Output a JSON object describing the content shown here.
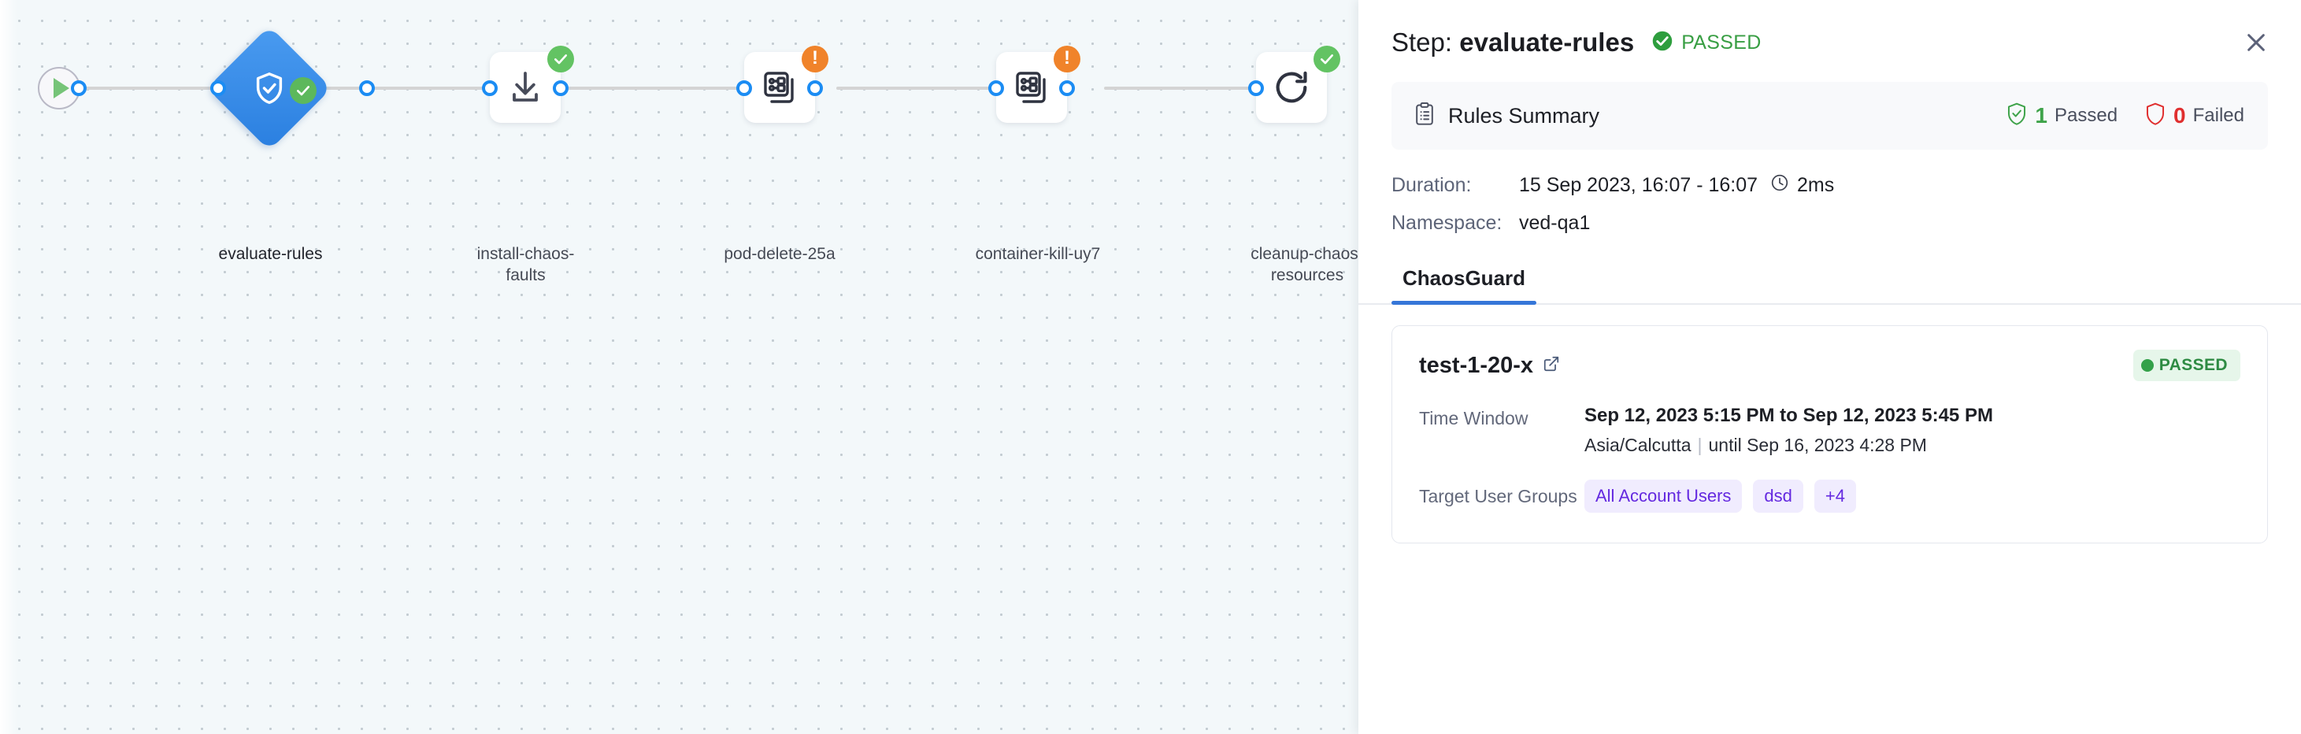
{
  "canvas": {
    "start_node": {
      "icon": "play-icon"
    },
    "nodes": [
      {
        "id": "evaluate-rules",
        "label": "evaluate-rules",
        "shape": "diamond",
        "icon": "shield-check-icon",
        "status": "success",
        "selected": true
      },
      {
        "id": "install-chaos-faults",
        "label": "install-chaos-faults",
        "shape": "card",
        "icon": "download-icon",
        "status": "success",
        "selected": false
      },
      {
        "id": "pod-delete-25a",
        "label": "pod-delete-25a",
        "shape": "card",
        "icon": "chaos-fault-icon",
        "status": "warning",
        "selected": false
      },
      {
        "id": "container-kill-uy7",
        "label": "container-kill-uy7",
        "shape": "card",
        "icon": "chaos-fault-icon",
        "status": "warning",
        "selected": false
      },
      {
        "id": "cleanup-chaos-resources",
        "label": "cleanup-chaos-resources",
        "shape": "card",
        "icon": "refresh-icon",
        "status": "success",
        "selected": false
      }
    ],
    "node_labels": {
      "evaluate_rules": "evaluate-rules",
      "install_line1": "install-chaos-",
      "install_line2": "faults",
      "pod_delete": "pod-delete-25a",
      "container_kill": "container-kill-uy7",
      "cleanup_line1": "cleanup-chaos-",
      "cleanup_line2": "resources"
    }
  },
  "panel": {
    "title_prefix": "Step:",
    "title_name": "evaluate-rules",
    "status_label": "PASSED",
    "close_icon": "close-icon",
    "summary": {
      "icon": "clipboard-icon",
      "label": "Rules Summary",
      "passed_count": "1",
      "passed_word": "Passed",
      "failed_count": "0",
      "failed_word": "Failed"
    },
    "details": {
      "duration_key": "Duration:",
      "duration_value": "15 Sep 2023, 16:07 - 16:07",
      "duration_elapsed": "2ms",
      "clock_icon": "clock-icon",
      "namespace_key": "Namespace:",
      "namespace_value": "ved-qa1"
    },
    "tabs": [
      {
        "label": "ChaosGuard",
        "active": true
      }
    ],
    "rule_card": {
      "name": "test-1-20-x",
      "external_link_icon": "external-link-icon",
      "status_pill": "PASSED",
      "time_window_key": "Time Window",
      "time_window_value": "Sep 12, 2023 5:15 PM to Sep 12, 2023 5:45 PM",
      "timezone": "Asia/Calcutta",
      "separator": "|",
      "until_text": "until Sep 16, 2023 4:28 PM",
      "target_groups_key": "Target User Groups",
      "target_groups": [
        "All Account Users",
        "dsd",
        "+4"
      ]
    }
  },
  "colors": {
    "accent_blue": "#3576d8",
    "node_blue": "#2a7fe0",
    "success_green": "#5cb85c",
    "warning_orange": "#f0832a",
    "fail_red": "#e02f2f",
    "tag_purple": "#6429e0",
    "canvas_bg": "#f3f8fa"
  }
}
